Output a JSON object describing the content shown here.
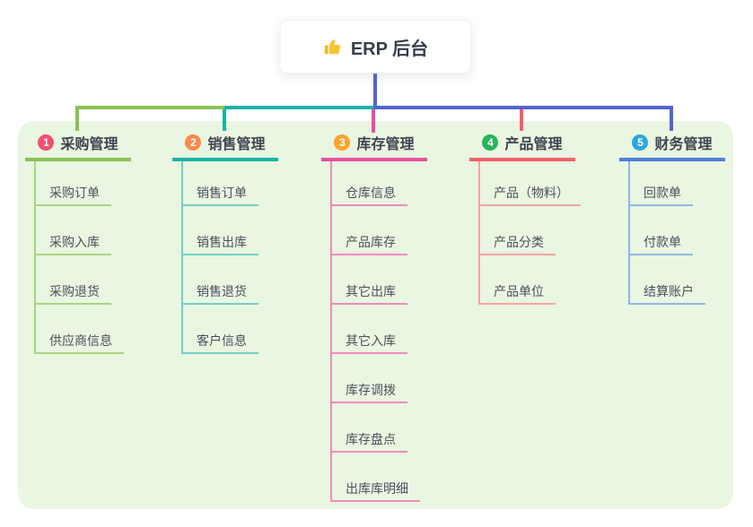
{
  "root": {
    "icon": "thumbs-up-icon",
    "label": "ERP 后台"
  },
  "colors": {
    "panel_bg": "#e9f6e1",
    "bus_indigo": "#5364cf",
    "bus_green": "#8cc152",
    "bus_teal": "#17b3a6",
    "drop_magenta": "#e8509e",
    "drop_red": "#f2606a"
  },
  "branches": [
    {
      "num": "1",
      "title": "采购管理",
      "accent": "#8cc152",
      "light": "#a9d57e",
      "badge": "#f0506c",
      "children": [
        "采购订单",
        "采购入库",
        "采购退货",
        "供应商信息"
      ]
    },
    {
      "num": "2",
      "title": "销售管理",
      "accent": "#17b3a6",
      "light": "#72cfc5",
      "badge": "#f88a4d",
      "children": [
        "销售订单",
        "销售出库",
        "销售退货",
        "客户信息"
      ]
    },
    {
      "num": "3",
      "title": "库存管理",
      "accent": "#e8509e",
      "light": "#f08abd",
      "badge": "#f6a42c",
      "children": [
        "仓库信息",
        "产品库存",
        "其它出库",
        "其它入库",
        "库存调拨",
        "库存盘点",
        "出库库明细"
      ]
    },
    {
      "num": "4",
      "title": "产品管理",
      "accent": "#f2606a",
      "light": "#f7a3a3",
      "badge": "#29b35b",
      "children": [
        "产品（物料）",
        "产品分类",
        "产品单位"
      ]
    },
    {
      "num": "5",
      "title": "财务管理",
      "accent": "#4c7fd9",
      "light": "#93b6e8",
      "badge": "#2fa7de",
      "children": [
        "回款单",
        "付款单",
        "结算账户"
      ]
    }
  ]
}
